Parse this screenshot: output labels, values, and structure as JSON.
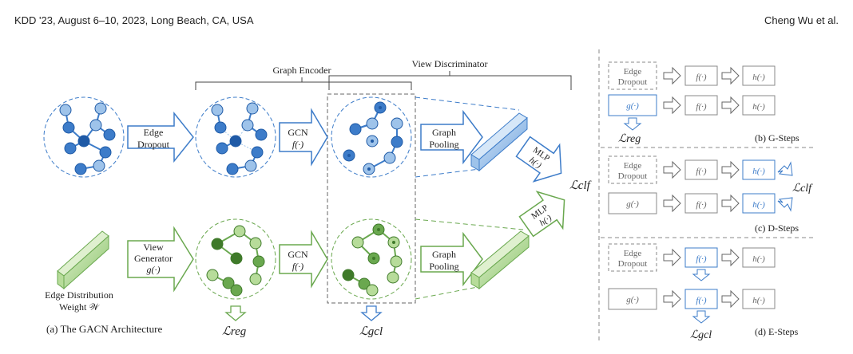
{
  "header": {
    "left": "KDD '23, August 6–10, 2023, Long Beach, CA, USA",
    "right": "Cheng Wu et al."
  },
  "architecture": {
    "graph_encoder_label": "Graph Encoder",
    "view_discriminator_label": "View Discriminator",
    "edge_dropout_line1": "Edge",
    "edge_dropout_line2": "Dropout",
    "gcn_label": "GCN",
    "gcn_fn": "f(·)",
    "graph_pooling_line1": "Graph",
    "graph_pooling_line2": "Pooling",
    "mlp_label": "MLP",
    "mlp_fn": "h(·)",
    "view_generator_line1": "View",
    "view_generator_line2": "Generator",
    "view_generator_fn": "g(·)",
    "edge_dist_line1": "Edge Distribution",
    "edge_dist_line2": "Weight 𝒲",
    "loss_clf": "ℒclf",
    "loss_reg": "ℒreg",
    "loss_gcl": "ℒgcl",
    "caption": "(a) The GACN Architecture"
  },
  "panels": {
    "g_steps": {
      "caption": "(b) G-Steps",
      "edge_dropout_line1": "Edge",
      "edge_dropout_line2": "Dropout",
      "g_fn": "g(·)",
      "f_fn": "f(·)",
      "h_fn": "h(·)",
      "loss": "ℒreg"
    },
    "d_steps": {
      "caption": "(c) D-Steps",
      "edge_dropout_line1": "Edge",
      "edge_dropout_line2": "Dropout",
      "g_fn": "g(·)",
      "f_fn": "f(·)",
      "h_fn": "h(·)",
      "loss": "ℒclf"
    },
    "e_steps": {
      "caption": "(d) E-Steps",
      "edge_dropout_line1": "Edge",
      "edge_dropout_line2": "Dropout",
      "g_fn": "g(·)",
      "f_fn": "f(·)",
      "h_fn": "h(·)",
      "loss": "ℒgcl"
    }
  },
  "colors": {
    "blue": "#3d7cc9",
    "blue_light": "#9ec3ea",
    "blue_dark": "#1f5aa6",
    "green": "#6aa84f",
    "green_light": "#b7dc9a",
    "green_dark": "#3f7a2a",
    "gray": "#888888"
  }
}
